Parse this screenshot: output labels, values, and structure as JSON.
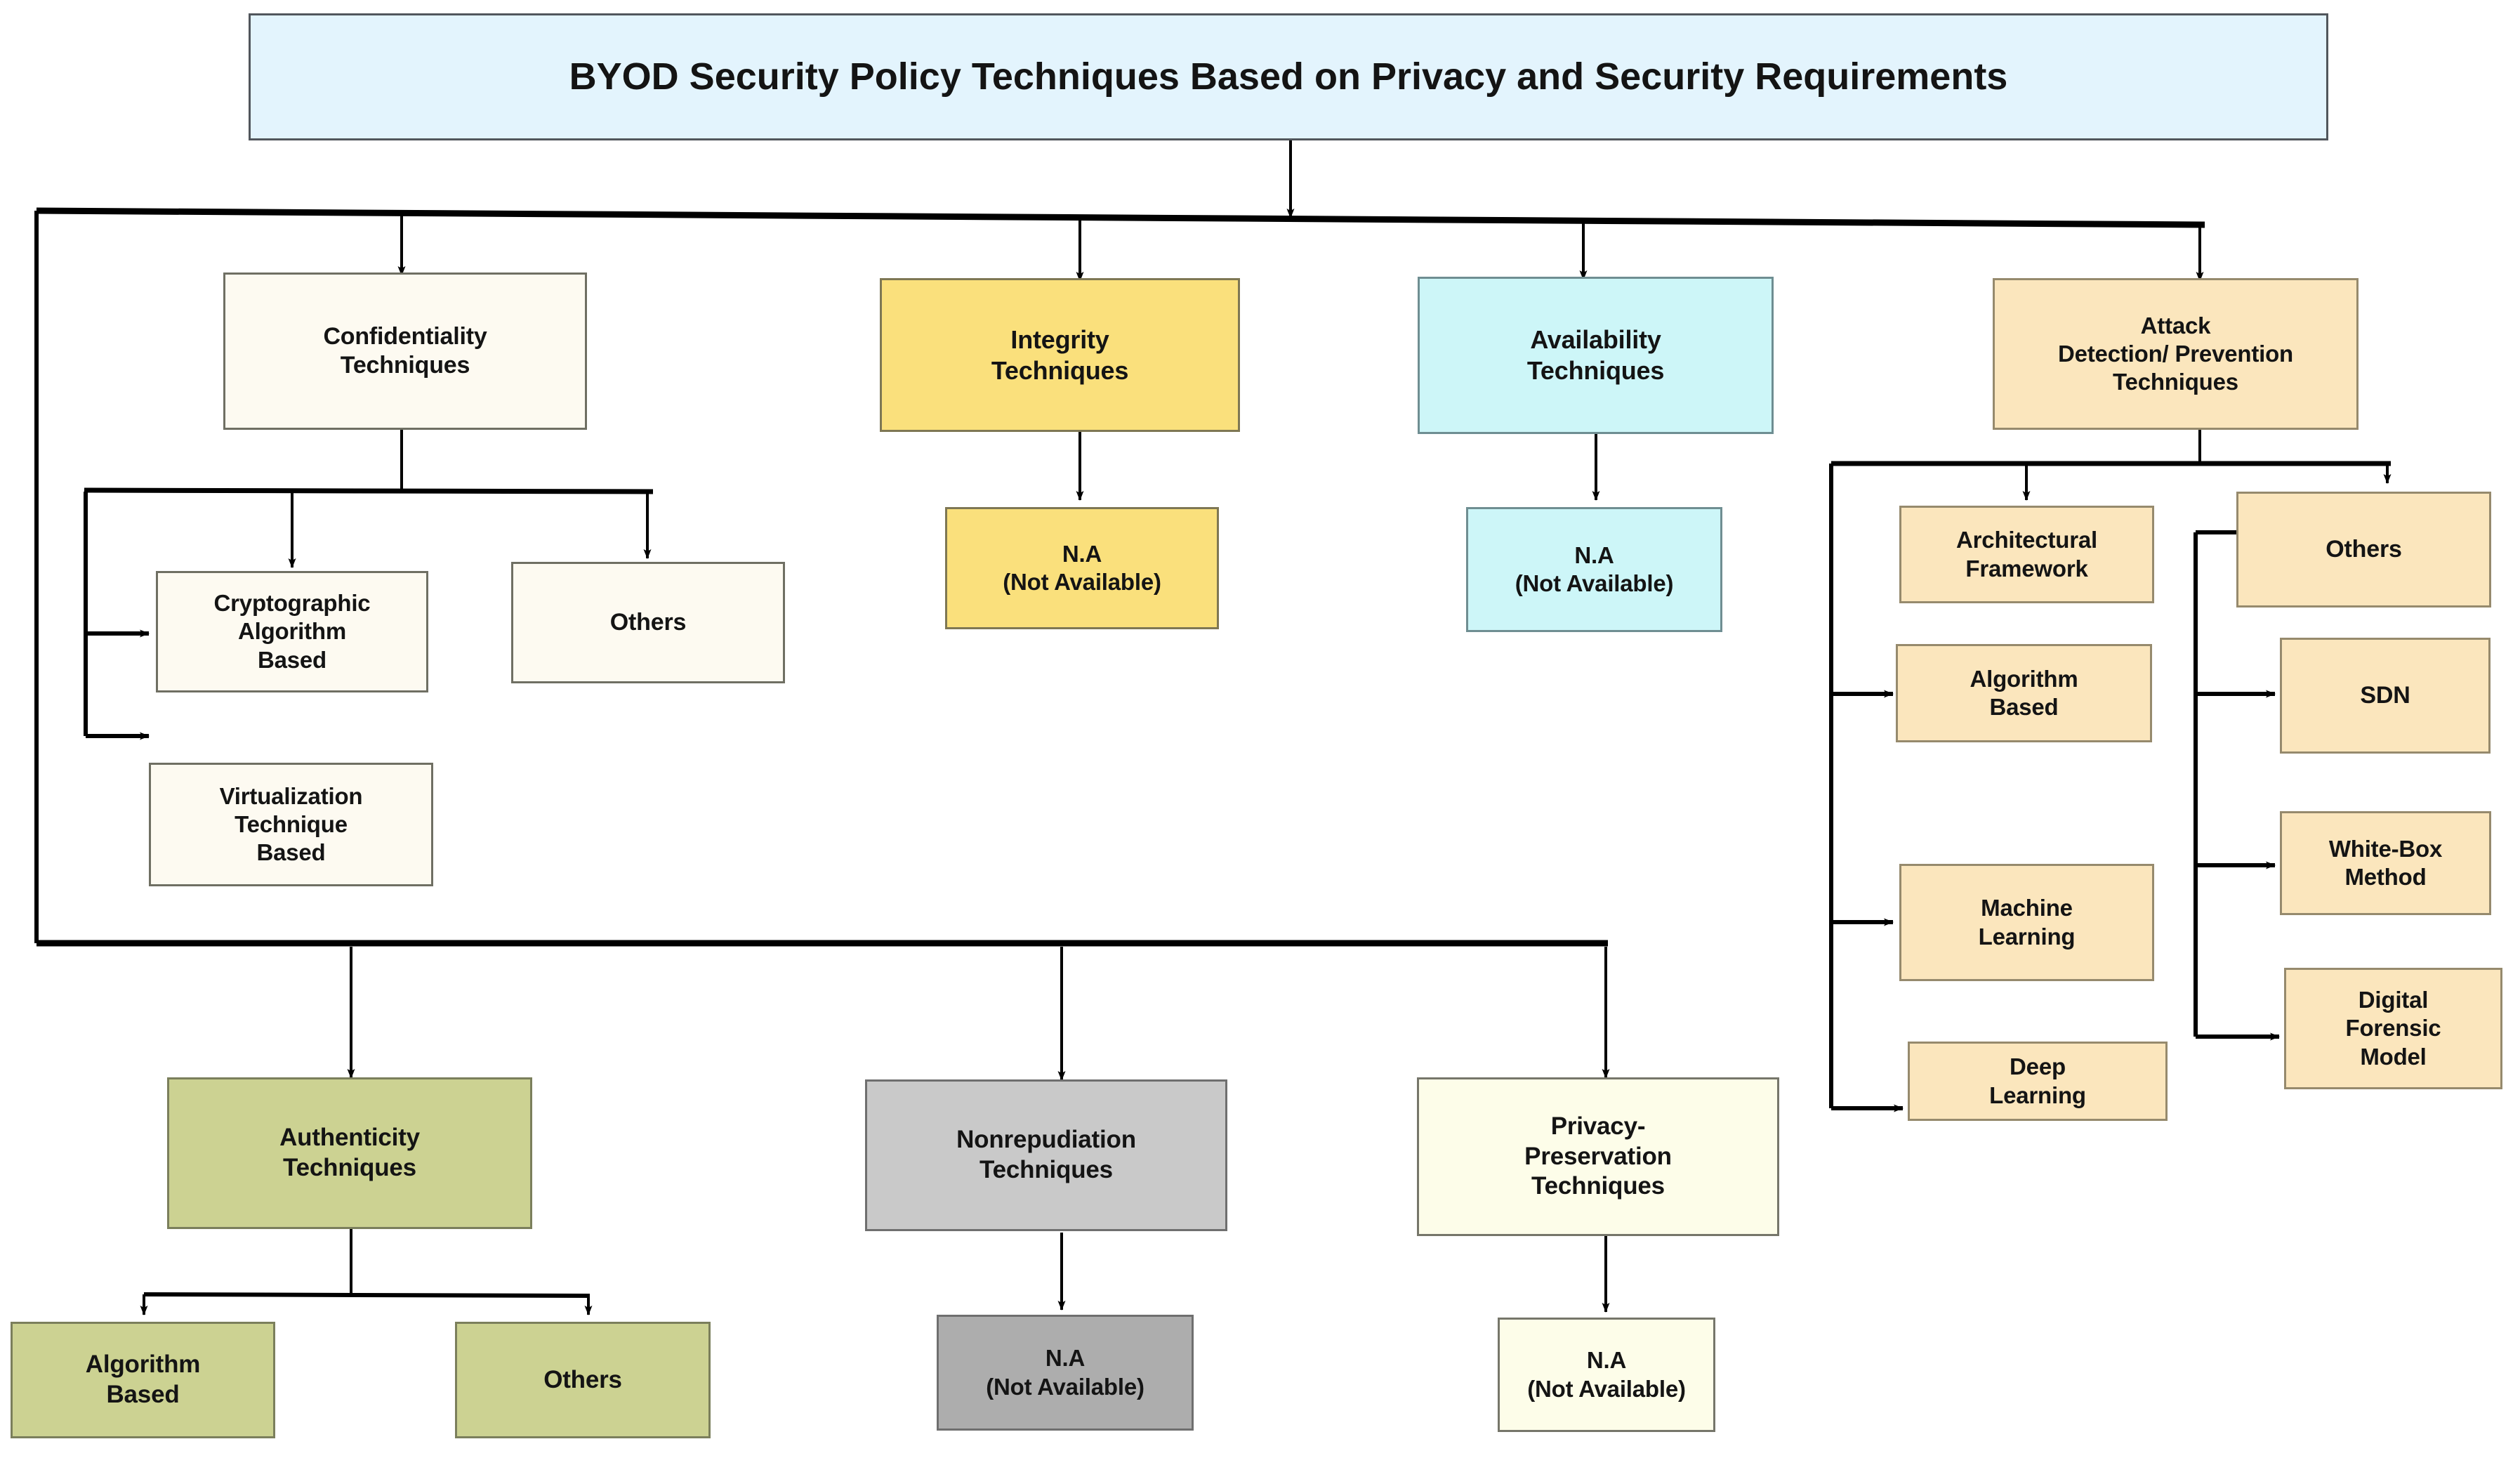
{
  "diagram": {
    "title": "BYOD Security Policy Techniques Based on Privacy and Security Requirements",
    "type": "hierarchy-tree",
    "root": {
      "label": "BYOD Security Policy Techniques Based on Privacy and Security Requirements",
      "color": "#e3f4fd"
    },
    "branches": [
      {
        "label": "Confidentiality\nTechniques",
        "color": "#fdfaf1",
        "children": [
          {
            "label": "Cryptographic\nAlgorithm\nBased",
            "color": "#fdfaf1"
          },
          {
            "label": "Others",
            "color": "#fdfaf1"
          },
          {
            "label": "Virtualization\nTechnique\nBased",
            "color": "#fdfaf1"
          }
        ]
      },
      {
        "label": "Integrity\nTechniques",
        "color": "#fae07c",
        "children": [
          {
            "label": "N.A\n(Not Available)",
            "color": "#fae07c"
          }
        ]
      },
      {
        "label": "Availability\nTechniques",
        "color": "#cdf6f8",
        "children": [
          {
            "label": "N.A\n(Not Available)",
            "color": "#cdf6f8"
          }
        ]
      },
      {
        "label": "Attack\nDetection/ Prevention\nTechniques",
        "color": "#fbe6bd",
        "children": [
          {
            "label": "Architectural\nFramework",
            "color": "#fbe6bd"
          },
          {
            "label": "Algorithm\nBased",
            "color": "#fbe6bd"
          },
          {
            "label": "Machine\nLearning",
            "color": "#fbe6bd"
          },
          {
            "label": "Deep\nLearning",
            "color": "#fbe6bd"
          },
          {
            "label": "Others",
            "color": "#fbe6bd"
          },
          {
            "label": "SDN",
            "color": "#fbe6bd"
          },
          {
            "label": "White-Box\nMethod",
            "color": "#fbe6bd"
          },
          {
            "label": "Digital\nForensic\nModel",
            "color": "#fbe6bd"
          }
        ]
      },
      {
        "label": "Authenticity\nTechniques",
        "color": "#ccd292",
        "children": [
          {
            "label": "Algorithm\nBased",
            "color": "#ccd292"
          },
          {
            "label": "Others",
            "color": "#ccd292"
          }
        ]
      },
      {
        "label": "Nonrepudiation\nTechniques",
        "color": "#c9c9c9",
        "children": [
          {
            "label": "N.A\n(Not Available)",
            "color": "#adadad"
          }
        ]
      },
      {
        "label": "Privacy-\nPreservation\nTechniques",
        "color": "#fdfde9",
        "children": [
          {
            "label": "N.A\n(Not Available)",
            "color": "#fdfde9"
          }
        ]
      }
    ],
    "nodes": {
      "title": "BYOD Security Policy Techniques Based on Privacy and Security Requirements",
      "confidentiality": "Confidentiality\nTechniques",
      "integrity": "Integrity\nTechniques",
      "availability": "Availability\nTechniques",
      "attack": "Attack\nDetection/ Prevention\nTechniques",
      "crypto_algo": "Cryptographic\nAlgorithm\nBased",
      "conf_others": "Others",
      "virtualization": "Virtualization\nTechnique\nBased",
      "integrity_na": "N.A\n(Not Available)",
      "availability_na": "N.A\n(Not Available)",
      "arch_framework": "Architectural\nFramework",
      "attack_algo": "Algorithm\nBased",
      "machine_learning": "Machine\nLearning",
      "deep_learning": "Deep\nLearning",
      "attack_others": "Others",
      "sdn": "SDN",
      "white_box": "White-Box\nMethod",
      "digital_forensic": "Digital\nForensic\nModel",
      "authenticity": "Authenticity\nTechniques",
      "auth_algo": "Algorithm\nBased",
      "auth_others": "Others",
      "nonrepudiation": "Nonrepudiation\nTechniques",
      "nonrepudiation_na": "N.A\n(Not Available)",
      "privacy": "Privacy-\nPreservation\nTechniques",
      "privacy_na": "N.A\n(Not Available)"
    },
    "colors": {
      "title_fill": "#e3f4fd",
      "cream_fill": "#fdfaf1",
      "yellow_fill": "#fae07c",
      "cyan_fill": "#cdf6f8",
      "peach_fill": "#fbe6bd",
      "olive_fill": "#ccd292",
      "gray_fill": "#c9c9c9",
      "gray_dark_fill": "#adadad",
      "ivory_fill": "#fdfde9",
      "connector": "#000000"
    }
  }
}
